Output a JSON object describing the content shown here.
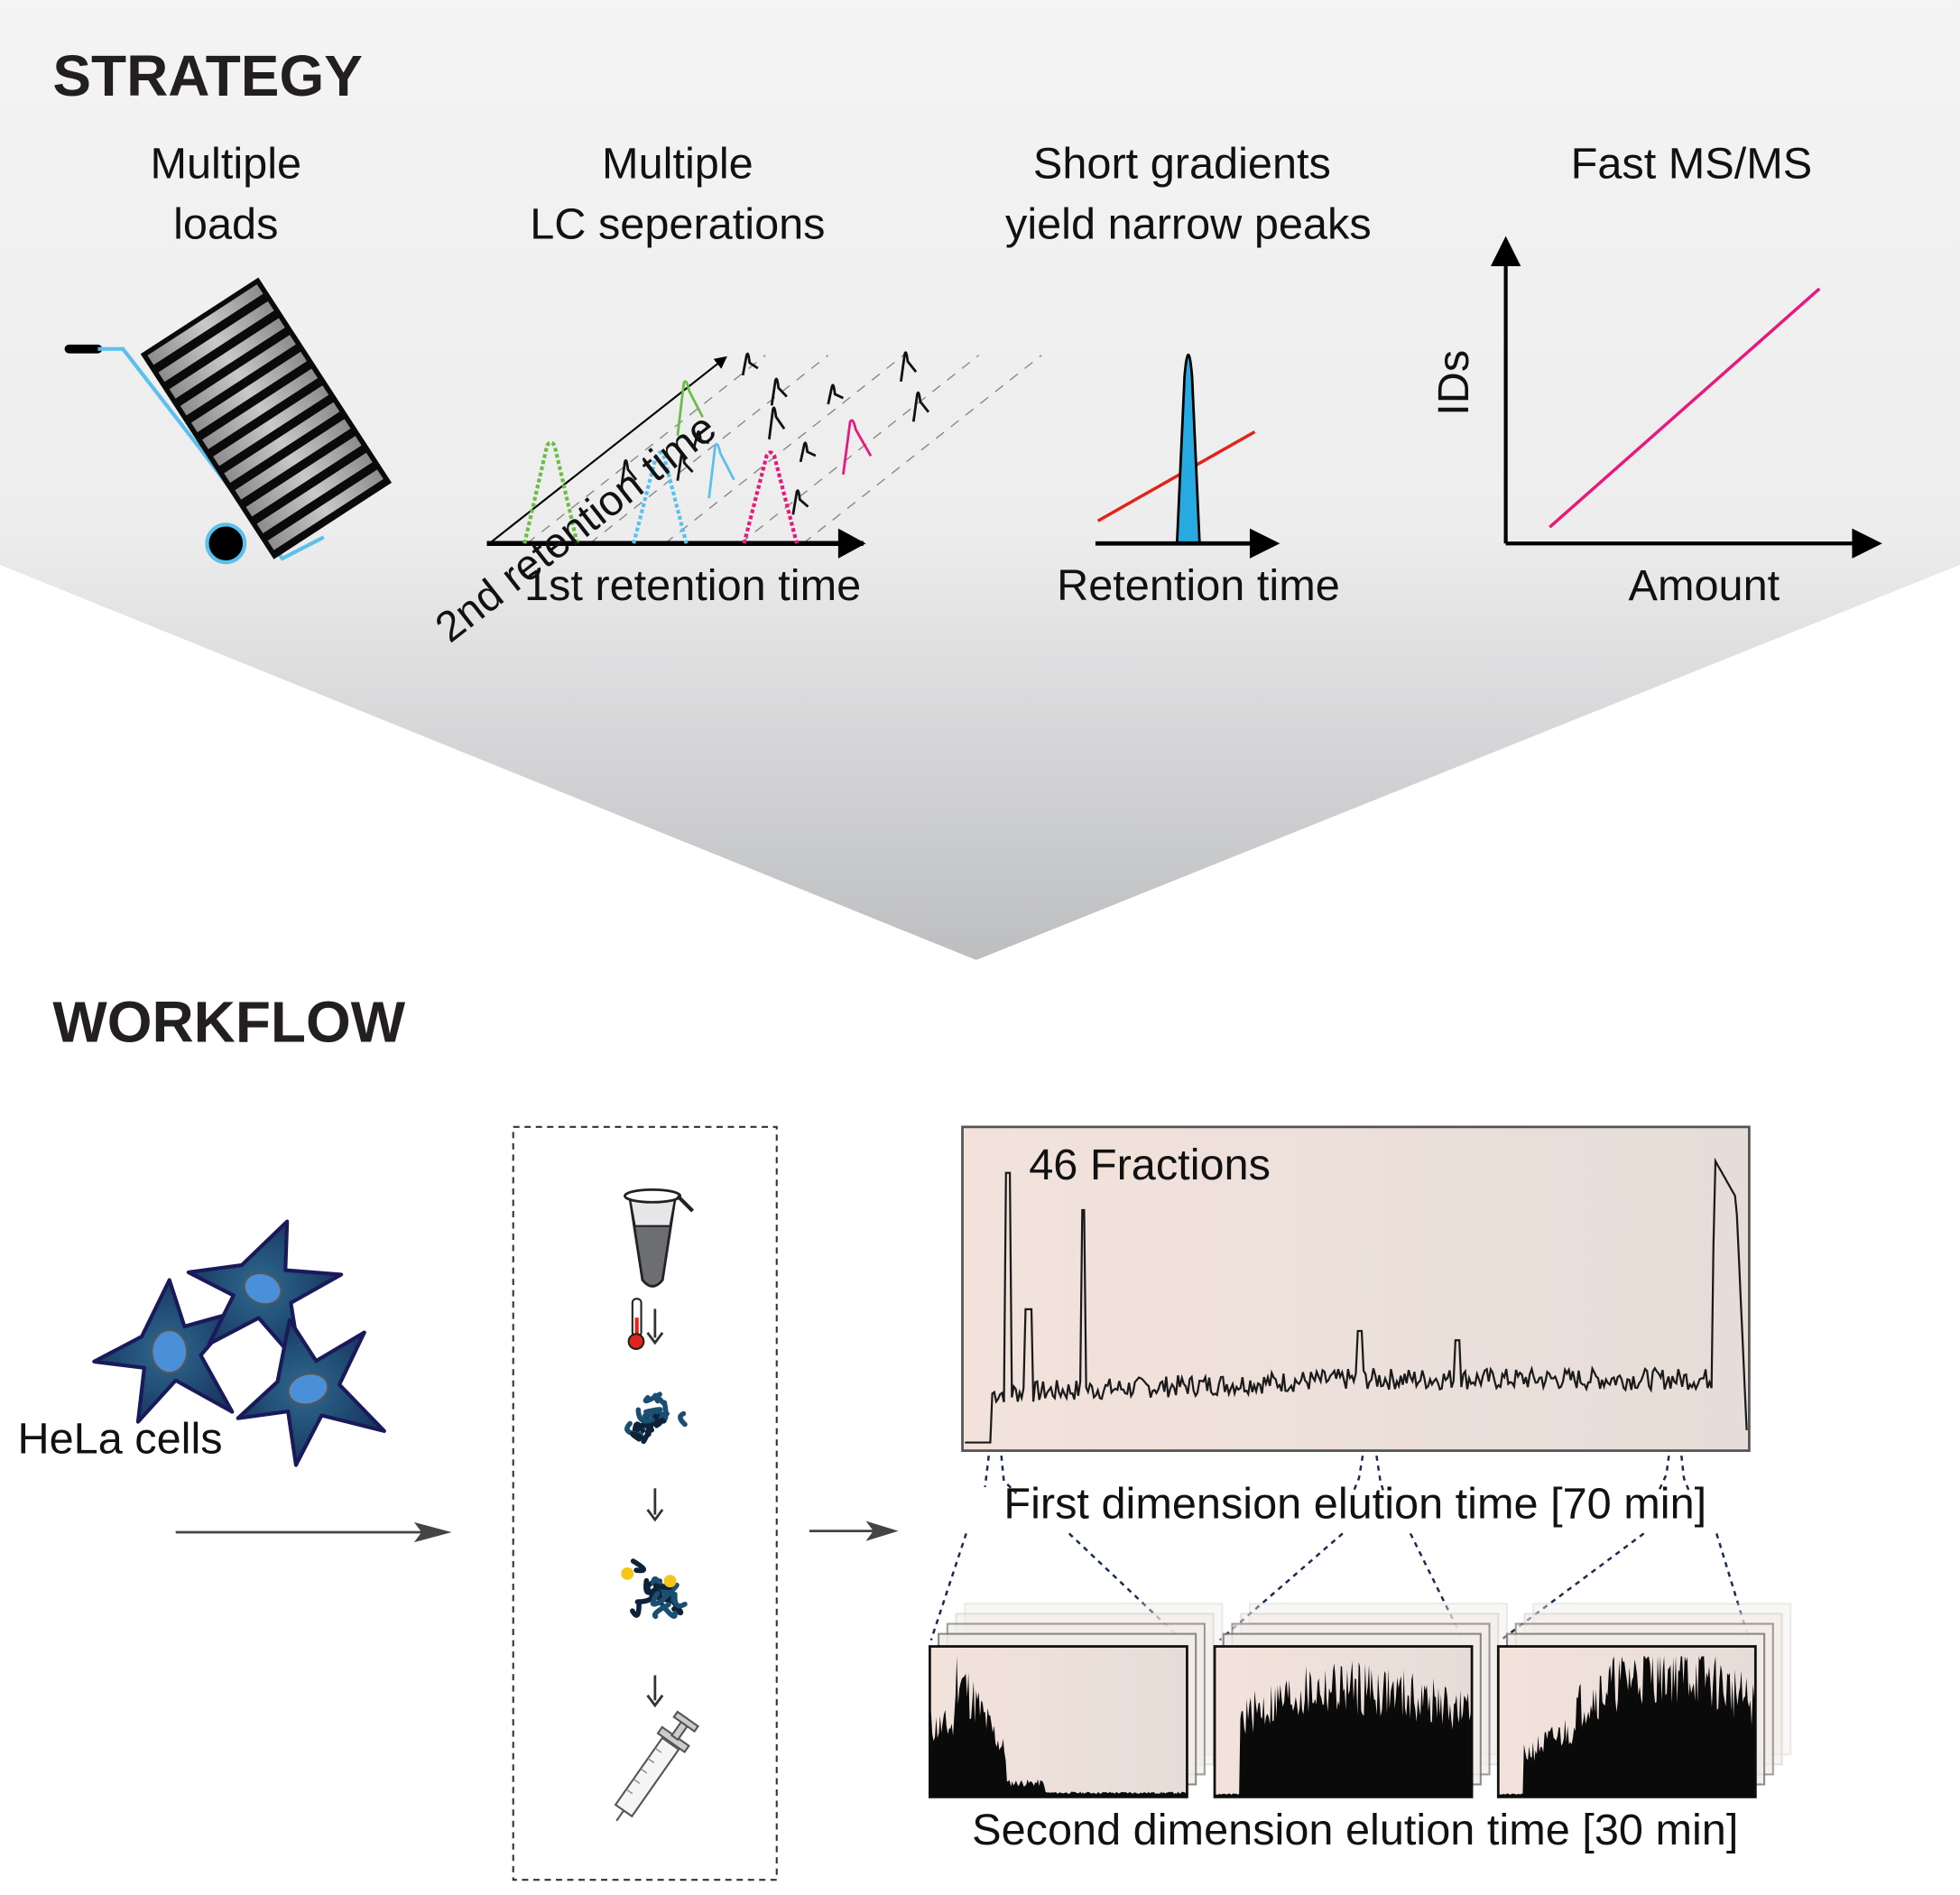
{
  "strategy": {
    "heading": "STRATEGY",
    "panels": [
      {
        "title_lines": [
          "Multiple",
          "loads"
        ],
        "icon": "hand-truck-icon"
      },
      {
        "title_lines": [
          "Multiple",
          "LC seperations"
        ],
        "x_label": "1st retention time",
        "y_label": "2nd retention time"
      },
      {
        "title_lines": [
          "Short gradients",
          "yield narrow peaks"
        ],
        "x_label": "Retention time"
      },
      {
        "title_lines": [
          "Fast MS/MS"
        ],
        "x_label": "Amount",
        "y_label": "IDs"
      }
    ]
  },
  "workflow": {
    "heading": "WORKFLOW",
    "cells_label": "HeLa cells",
    "steps": [
      "cell-lysis-tube-icon",
      "heat-denaturation-thermometer-icon",
      "protein-icon",
      "phosphopeptide-icon",
      "syringe-injection-icon"
    ],
    "first_dimension": {
      "annotation": "46 Fractions",
      "axis_label": "First dimension elution time [70 min]"
    },
    "second_dimension": {
      "axis_label": "Second dimension elution time [30 min]"
    }
  },
  "colors": {
    "green": "#6cbd45",
    "blue": "#5bc0eb",
    "magenta": "#e6197d",
    "red": "#e2231a",
    "peak_blue": "#27aae1",
    "cell": "#1b4f72",
    "chrom_bg": "#f1e2dc"
  }
}
